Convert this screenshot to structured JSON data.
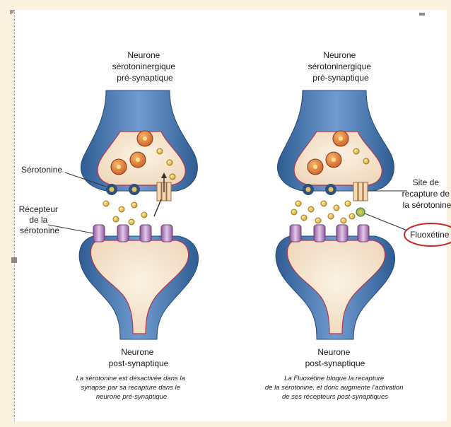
{
  "left_panel": {
    "title_lines": [
      "Neurone",
      "sérotoninergique",
      "pré-synaptique"
    ],
    "label_serotonine": "Sérotonine",
    "label_recepteur_lines": [
      "Récepteur",
      "de la",
      "sérotonine"
    ],
    "bottom_lines": [
      "Neurone",
      "post-synaptique"
    ],
    "caption_lines": [
      "La sérotonine est désactivée dans la",
      "synapse par sa recapture dans le",
      "neurone pré-synaptique"
    ]
  },
  "right_panel": {
    "title_lines": [
      "Neurone",
      "sérotoninergique",
      "pré-synaptique"
    ],
    "label_site_lines": [
      "Site de",
      "recapture de",
      "la sérotonine"
    ],
    "label_fluoxetine": "Fluoxétine",
    "bottom_lines": [
      "Neurone",
      "post-synaptique"
    ],
    "caption_lines": [
      "La Fluoxétine bloque la recapture",
      "de la sérotonine, et donc augmente l'activation",
      "de ses récepteurs post-synaptiques"
    ]
  },
  "colors": {
    "membrane": "#3f6fa6",
    "cytoplasm": "#f6e7cf",
    "vesicle": "#e07a3a",
    "serotonin": "#e8c25a",
    "receptor": "#b98bc0",
    "fluoxetine": "#9bc15a",
    "highlight": "#c62828"
  }
}
